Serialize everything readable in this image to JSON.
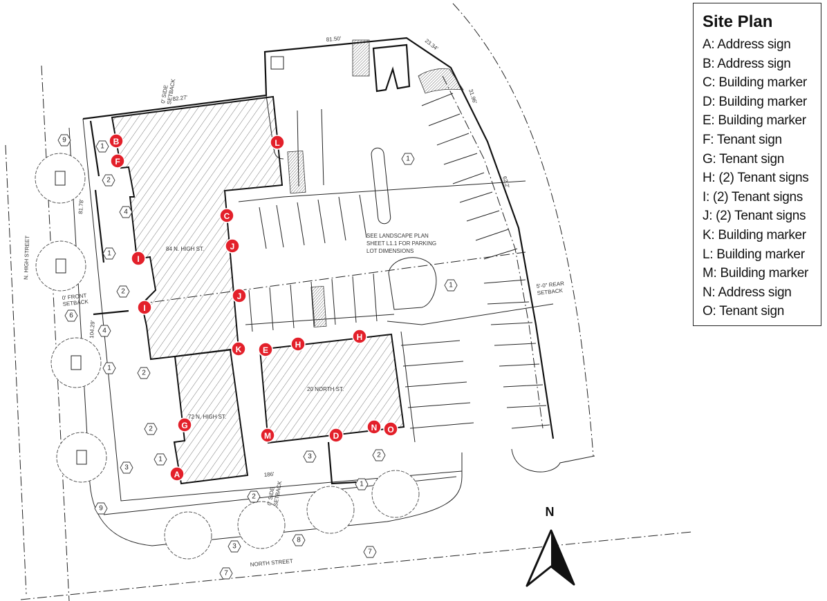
{
  "legend": {
    "title": "Site Plan",
    "items": [
      "A: Address sign",
      "B: Address sign",
      "C: Building marker",
      "D: Building marker",
      "E: Building marker",
      "F: Tenant sign",
      "G: Tenant sign",
      "H: (2) Tenant signs",
      "I: (2) Tenant signs",
      "J: (2) Tenant signs",
      "K: Building marker",
      "L: Building marker",
      "M: Building marker",
      "N: Address sign",
      "O: Tenant sign"
    ]
  },
  "buildings": {
    "b84": "84 N. HIGH ST.",
    "b72": "72 N. HIGH ST.",
    "b20": "20 NORTH ST."
  },
  "streets": {
    "high": "N. HIGH STREET",
    "north": "NORTH STREET"
  },
  "notes": {
    "landscape": [
      "SEE LANDSCAPE PLAN",
      "SHEET L1.1 FOR PARKING",
      "LOT DIMENSIONS"
    ]
  },
  "dimensions": {
    "d1": "82.27'",
    "d2": "81.50'",
    "d3": "23.34'",
    "d4": "31.96'",
    "d5": "62.2'",
    "d6": "81.78'",
    "d7": "104.29'",
    "d8": "186'"
  },
  "setbacks": {
    "side_top": [
      "0' SIDE",
      "SETBACK"
    ],
    "front": [
      "0' FRONT",
      "SETBACK"
    ],
    "rear": [
      "5'-0\" REAR",
      "SETBACK"
    ],
    "side_bottom": [
      "0' SIDE",
      "SETBACK"
    ]
  },
  "markers": [
    "B",
    "F",
    "L",
    "C",
    "J",
    "I",
    "J",
    "I",
    "K",
    "E",
    "H",
    "H",
    "G",
    "M",
    "D",
    "N",
    "O",
    "A"
  ],
  "callouts": [
    "9",
    "1",
    "2",
    "4",
    "1",
    "2",
    "6",
    "4",
    "1",
    "2",
    "2",
    "1",
    "3",
    "9",
    "3",
    "2",
    "3",
    "8",
    "7",
    "7",
    "1",
    "2",
    "1",
    "1"
  ],
  "north_label": "N",
  "colors": {
    "marker": "#e3202a"
  }
}
